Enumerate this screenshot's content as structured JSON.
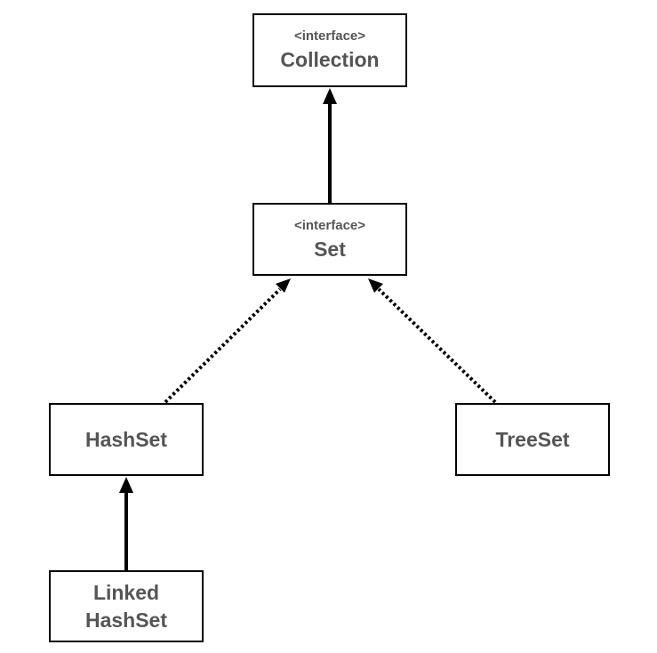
{
  "nodes": {
    "collection": {
      "stereotype": "<interface>",
      "title": "Collection"
    },
    "set": {
      "stereotype": "<interface>",
      "title": "Set"
    },
    "hashset": {
      "title": "HashSet"
    },
    "treeset": {
      "title": "TreeSet"
    },
    "linkedhashset": {
      "title_line1": "Linked",
      "title_line2": "HashSet"
    }
  },
  "edges": [
    {
      "from": "set",
      "to": "collection",
      "style": "solid"
    },
    {
      "from": "hashset",
      "to": "set",
      "style": "dotted"
    },
    {
      "from": "treeset",
      "to": "set",
      "style": "dotted"
    },
    {
      "from": "linkedhashset",
      "to": "hashset",
      "style": "solid"
    }
  ],
  "colors": {
    "text": "#555555",
    "line": "#000000",
    "background": "#ffffff"
  }
}
